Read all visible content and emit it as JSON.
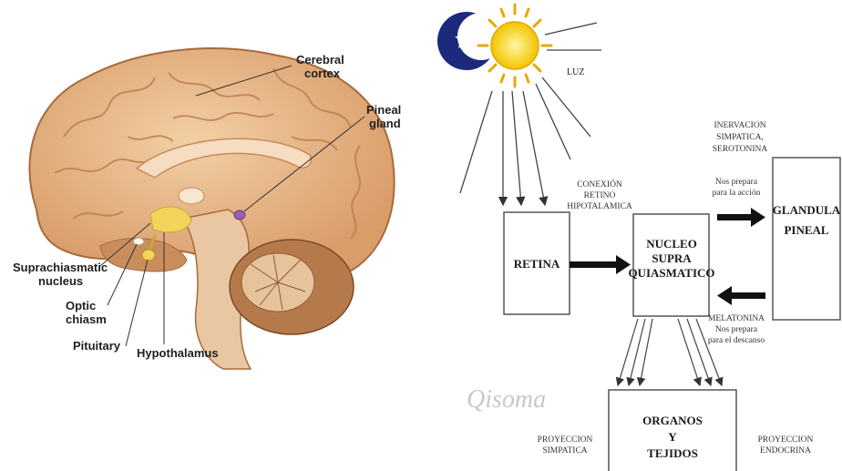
{
  "brain_labels": {
    "cerebral_cortex": [
      "Cerebral",
      "cortex"
    ],
    "pineal_gland": [
      "Pineal",
      "gland"
    ],
    "suprachiasmatic": [
      "Suprachiasmatic",
      "nucleus"
    ],
    "optic_chiasm": [
      "Optic",
      "chiasm"
    ],
    "pituitary": "Pituitary",
    "hypothalamus": "Hypothalamus"
  },
  "diagram": {
    "light_label": "LUZ",
    "connection_label": [
      "CONEXIÓN",
      "RETINO",
      "HIPOTALAMICA"
    ],
    "innervation_label": [
      "INERVACION",
      "SIMPATICA,",
      "SEROTONINA"
    ],
    "prepare_action": [
      "Nos prepara",
      "para la acción"
    ],
    "melatonin_label": [
      "MELATONINA",
      "Nos prepara",
      "para el descanso"
    ],
    "retina_box": "RETINA",
    "nucleus_box": [
      "NUCLEO",
      "SUPRA",
      "QUIASMATICO"
    ],
    "pineal_box": [
      "GLANDULA",
      "PINEAL"
    ],
    "organs_box": [
      "ORGANOS",
      "Y",
      "TEJIDOS"
    ],
    "proj_sympathetic": [
      "PROYECCION",
      "SIMPATICA"
    ],
    "proj_endocrine": [
      "PROYECCION",
      "ENDOCRINA"
    ],
    "watermark": "Qisoma"
  },
  "colors": {
    "brain_main": "#e8b88c",
    "brain_dark": "#a86a3c",
    "cerebellum": "#b57a4c",
    "hypothalamus": "#f2d45a",
    "pineal": "#9c5fb5",
    "sun": "#f5d21c",
    "moon": "#1b2a7a"
  }
}
